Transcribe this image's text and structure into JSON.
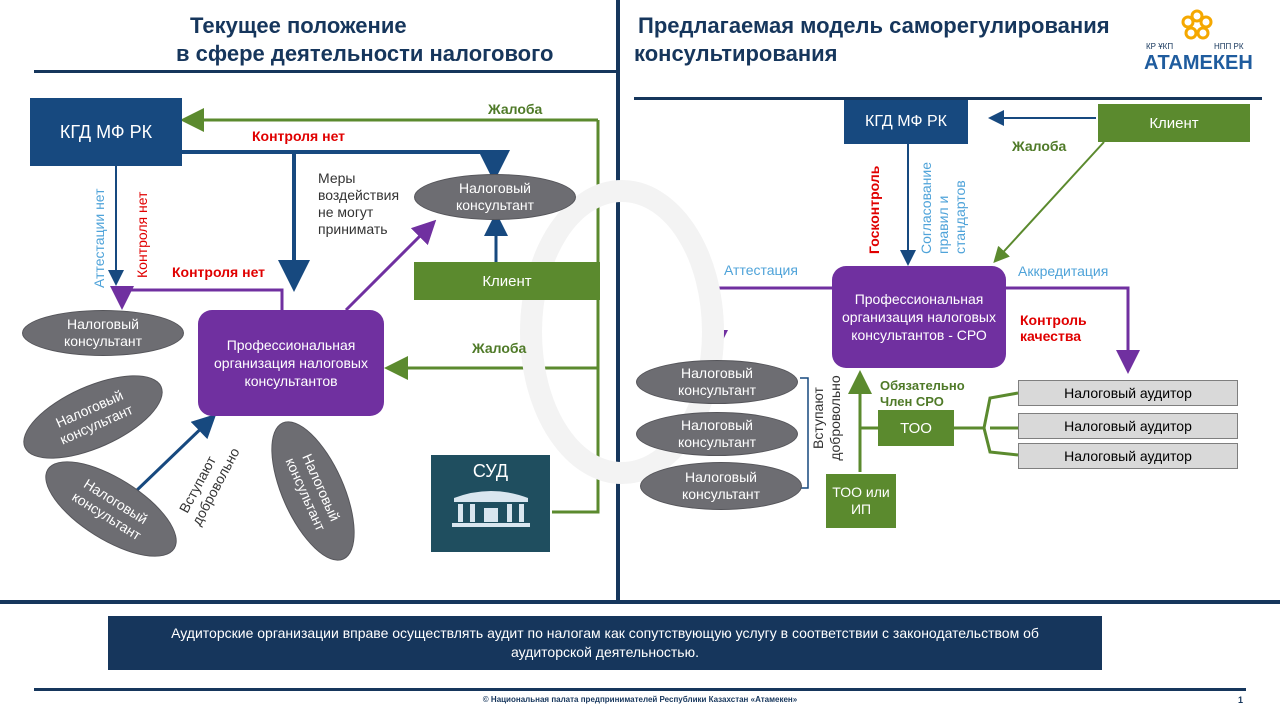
{
  "left": {
    "title_line1": "Текущее положение",
    "title_line2": "в сфере деятельности налогового",
    "kgd": "КГД МФ РК",
    "consultant_top": "Налоговый консультант",
    "consultant_left": "Налоговый консультант",
    "consultant_tilt1": "Налоговый консультант",
    "consultant_tilt2": "Налоговый консультант",
    "consultant_tilt3": "Налоговый консультант",
    "po": "Профессиональная организация налоговых консультантов",
    "client": "Клиент",
    "court": "СУД",
    "complaint_top": "Жалоба",
    "complaint_mid": "Жалоба",
    "no_control_top": "Контроля нет",
    "no_control_mid": "Контроля нет",
    "no_control_vert": "Контроля нет",
    "no_attestation": "Аттестации нет",
    "measures": "Меры воздействия не могут принимать",
    "join_voluntary": "Вступают добровольно"
  },
  "right": {
    "title_line1": "Предлагаемая модель саморегулирования",
    "title_line2": "консультирования",
    "kgd": "КГД МФ РК",
    "client": "Клиент",
    "complaint": "Жалоба",
    "gos_control": "Госконтроль",
    "agreement": "Согласование правил и стандартов",
    "attestation": "Аттестация",
    "accreditation": "Аккредитация",
    "sro": "Профессиональная организация налоговых консультантов - СРО",
    "quality_control": "Контроль качества",
    "consultant1": "Налоговый консультант",
    "consultant2": "Налоговый консультант",
    "consultant3": "Налоговый консультант",
    "join_voluntary": "Вступают добровольно",
    "too_or_ip": "ТОО или ИП",
    "mandatory": "Обязательно Член СРО",
    "too": "ТОО",
    "auditor1": "Налоговый аудитор",
    "auditor2": "Налоговый аудитор",
    "auditor3": "Налоговый аудитор"
  },
  "logo": {
    "top_left": "КР ҰКП",
    "top_right": "НПП РК",
    "name": "АТАМЕКЕН",
    "color": "#F5A800"
  },
  "bottom_note": "Аудиторские организации вправе осуществлять аудит по налогам как сопутствующую услугу в соответствии с законодательством об аудиторской деятельностью.",
  "footer": "© Национальная палата предпринимателей Республики Казахстан «Атамекен»",
  "page_number": "1",
  "colors": {
    "navy": "#16365C",
    "blue": "#17497F",
    "green": "#5B8A2E",
    "purple": "#7030A0",
    "red": "#E00000",
    "light_blue": "#4FA3D9"
  }
}
